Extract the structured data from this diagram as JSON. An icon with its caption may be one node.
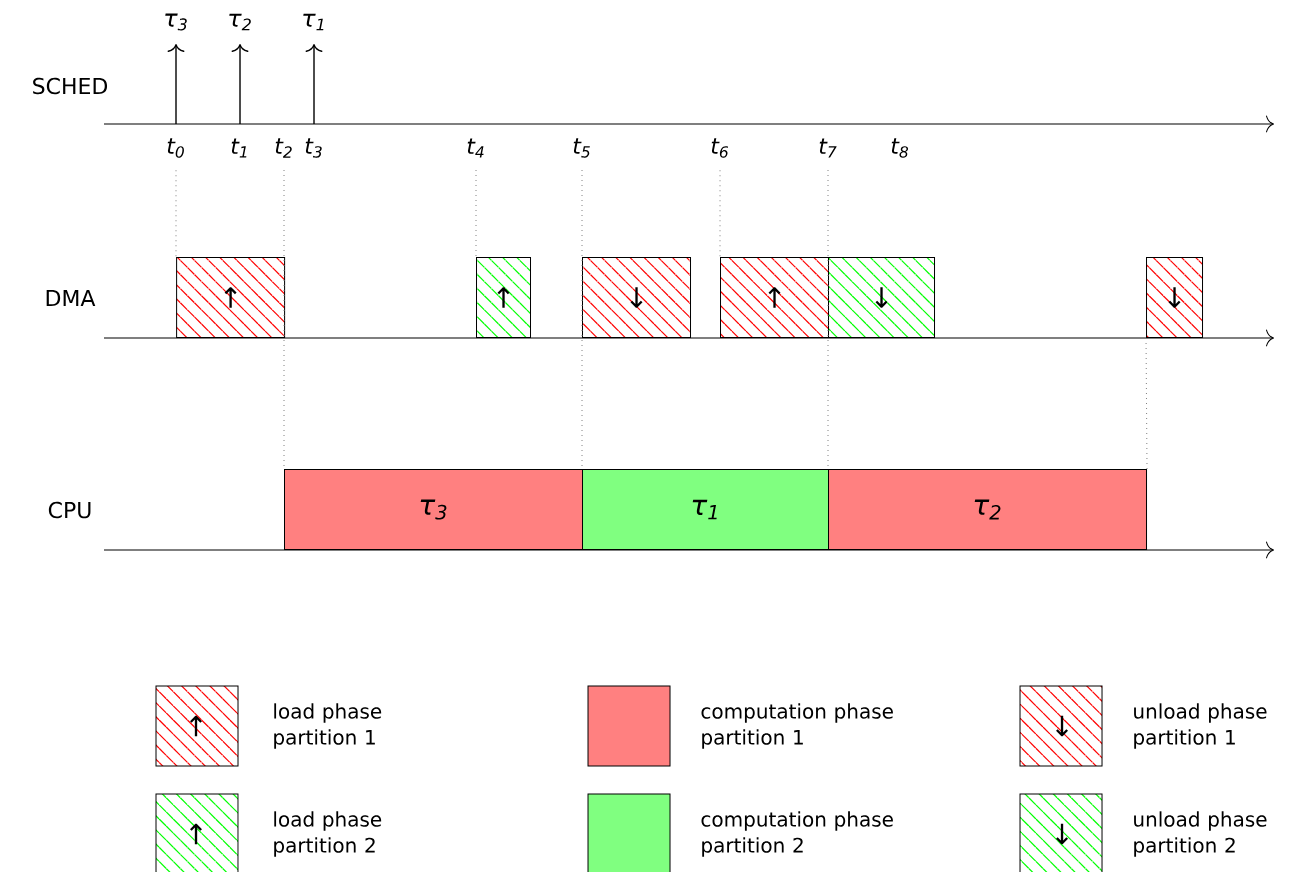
{
  "diagram": {
    "nodes": [
      {
        "text": [
          "t$_{0}$"
        ]
      },
      {
        "text": [
          "t$_{2}$"
        ]
      },
      {
        "text": [
          "t$_{4}$"
        ]
      },
      {
        "text": [
          "t$_{5}$"
        ]
      },
      {
        "text": [
          "t$_{6}$"
        ]
      },
      {
        "text": [
          "t$_{7}$"
        ]
      },
      {
        "text": [
          "↑"
        ]
      },
      {
        "text": [
          "↑"
        ]
      },
      {
        "text": [
          "↓"
        ]
      },
      {
        "text": [
          "↑"
        ]
      },
      {
        "text": [
          "↓"
        ]
      },
      {
        "text": [
          "↓"
        ]
      },
      {
        "text": [
          "τ$_{3}$"
        ]
      },
      {
        "text": [
          "τ$_{1}$"
        ]
      },
      {
        "text": [
          "τ$_{2}$"
        ]
      }
    ],
    "edges": [
      {
        "from": 0,
        "to": 6,
        "arrow": "none"
      },
      {
        "from": 1,
        "to": 12,
        "arrow": "none"
      },
      {
        "from": 2,
        "to": 7,
        "arrow": "none"
      },
      {
        "from": 3,
        "to": 13,
        "arrow": "none"
      },
      {
        "from": 4,
        "to": 9,
        "arrow": "none"
      },
      {
        "from": 5,
        "to": 13,
        "arrow": "none"
      },
      {
        "from": 11,
        "to": 14,
        "arrow": "none"
      }
    ],
    "labels": [
      "τ$_{3}$",
      "τ$_{2}$",
      "τ$_{1}$",
      "SCHED",
      "t$_{1}$",
      "t$_{3}$",
      "t$_{8}$",
      "DMA",
      "CPU",
      "↑",
      "↓",
      "↑",
      "↓"
    ],
    "legend": [
      {
        "text": "load phase partition 1"
      },
      {
        "text": "computation phase partition 1",
        "color": "#ff8080"
      },
      {
        "text": "unload phase partition 1"
      },
      {
        "text": "load phase partition 2"
      },
      {
        "text": "computation phase partition 2",
        "color": "#80ff80"
      },
      {
        "text": "unload phase partition 2"
      }
    ]
  }
}
